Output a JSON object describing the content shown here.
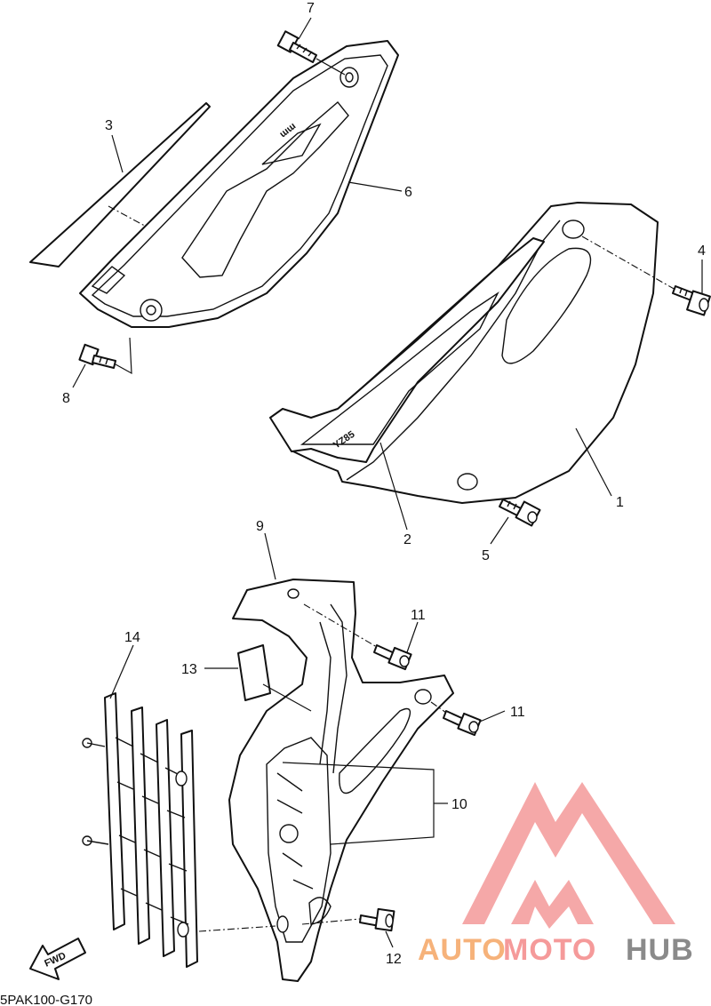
{
  "callouts": [
    "1",
    "2",
    "3",
    "4",
    "5",
    "6",
    "7",
    "8",
    "9",
    "10",
    "11",
    "11",
    "12",
    "13",
    "14"
  ],
  "direction_label": "FWD",
  "diagram_code": "5PAK100-G170",
  "watermark": {
    "part1": "AUTO",
    "part2": "MOTO",
    "part3": "HUB",
    "color1": "#f6b27a",
    "color2": "#f59a9a",
    "color3": "#8a8a8a"
  }
}
